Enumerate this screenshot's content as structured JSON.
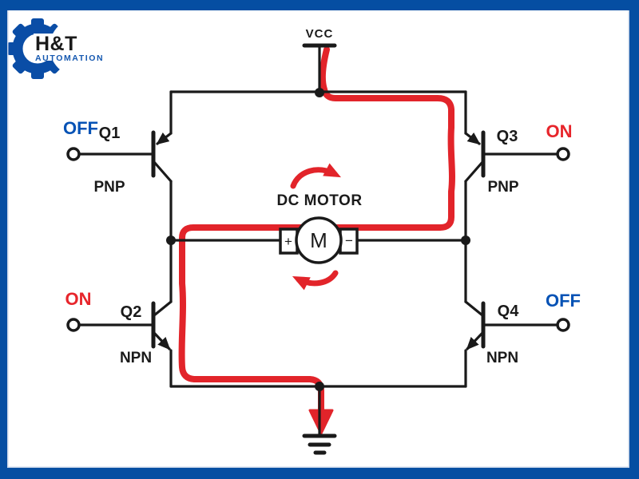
{
  "logo": {
    "brand": "H&T",
    "sub": "AUTOMATION"
  },
  "power": {
    "vcc_label": "VCC"
  },
  "motor": {
    "title": "DC MOTOR",
    "symbol": "M",
    "plus": "+",
    "minus": "−"
  },
  "transistors": [
    {
      "id": "Q1",
      "type": "PNP",
      "state": "OFF",
      "position": "top-left"
    },
    {
      "id": "Q2",
      "type": "NPN",
      "state": "ON",
      "position": "bottom-left"
    },
    {
      "id": "Q3",
      "type": "PNP",
      "state": "ON",
      "position": "top-right"
    },
    {
      "id": "Q4",
      "type": "NPN",
      "state": "OFF",
      "position": "bottom-right"
    }
  ],
  "colors": {
    "frame_blue": "#054ea2",
    "logo_blue": "#0a4da6",
    "state_off_blue": "#0552b5",
    "state_on_red": "#e7252b",
    "current_path_red": "#e2242a",
    "wire_black": "#1a1a1a"
  },
  "icons": {
    "logo": "gear-icon",
    "power": "vcc-rail-icon",
    "ground": "earth-ground-icon",
    "rotation_top": "clockwise-arrow-icon",
    "rotation_bottom": "counterclockwise-arrow-icon",
    "current": "current-flow-path-icon"
  }
}
